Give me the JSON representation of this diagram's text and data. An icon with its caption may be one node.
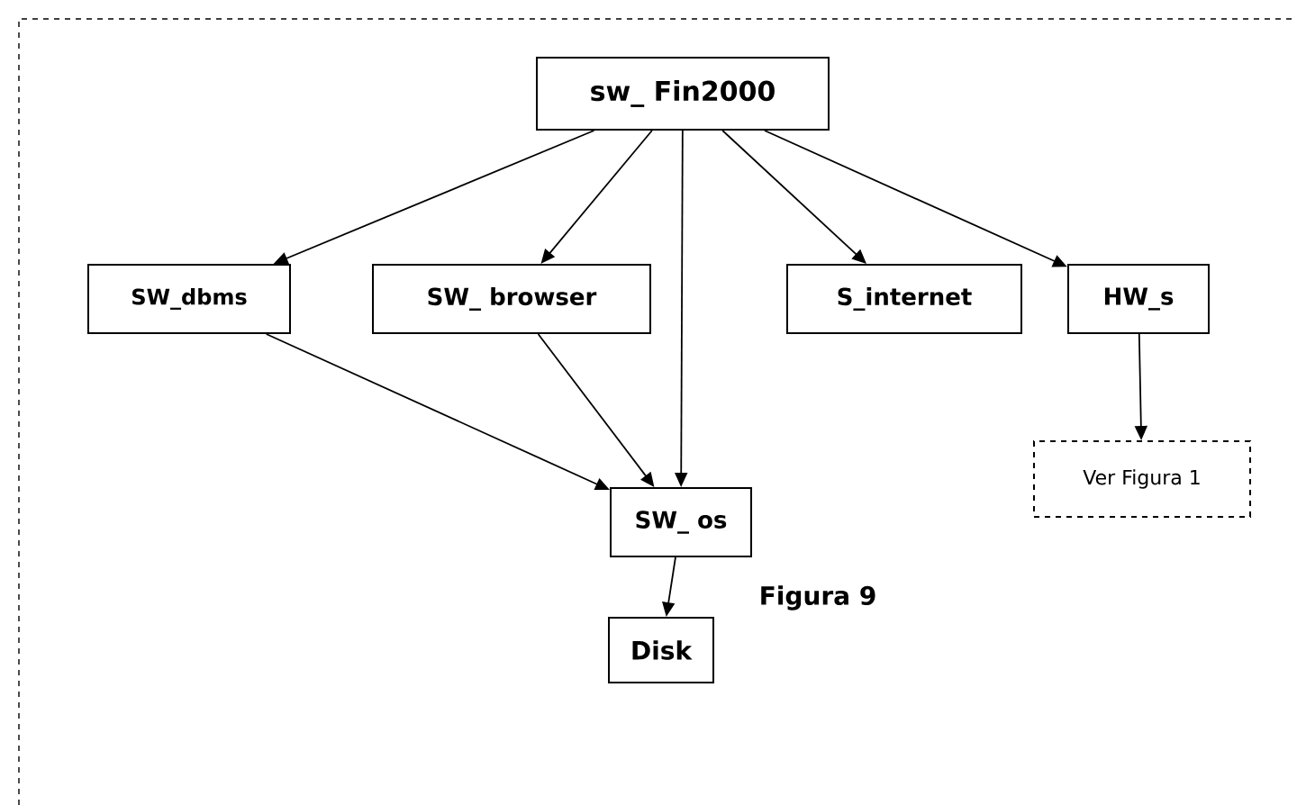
{
  "diagram": {
    "nodes": [
      {
        "text": [
          "sw_ Fin2000"
        ]
      },
      {
        "text": [
          "SW_dbms"
        ]
      },
      {
        "text": [
          "SW_ browser"
        ]
      },
      {
        "text": [
          "S_internet"
        ]
      },
      {
        "text": [
          "HW_s"
        ]
      },
      {
        "text": [
          "Ver Figura 1"
        ]
      },
      {
        "text": [
          "SW_ os"
        ]
      },
      {
        "text": [
          "Disk"
        ]
      }
    ],
    "edges": [
      {
        "from": 0,
        "to": 1,
        "arrow": "to"
      },
      {
        "from": 0,
        "to": 2,
        "arrow": "to"
      },
      {
        "from": 0,
        "to": 6,
        "arrow": "to"
      },
      {
        "from": 0,
        "to": 3,
        "arrow": "to"
      },
      {
        "from": 0,
        "to": 4,
        "arrow": "to"
      },
      {
        "from": 1,
        "to": 6,
        "arrow": "to"
      },
      {
        "from": 2,
        "to": 6,
        "arrow": "to"
      },
      {
        "from": 4,
        "to": 5,
        "arrow": "to"
      },
      {
        "from": 6,
        "to": 7,
        "arrow": "to"
      }
    ],
    "labels": [
      "Figura 9"
    ]
  }
}
